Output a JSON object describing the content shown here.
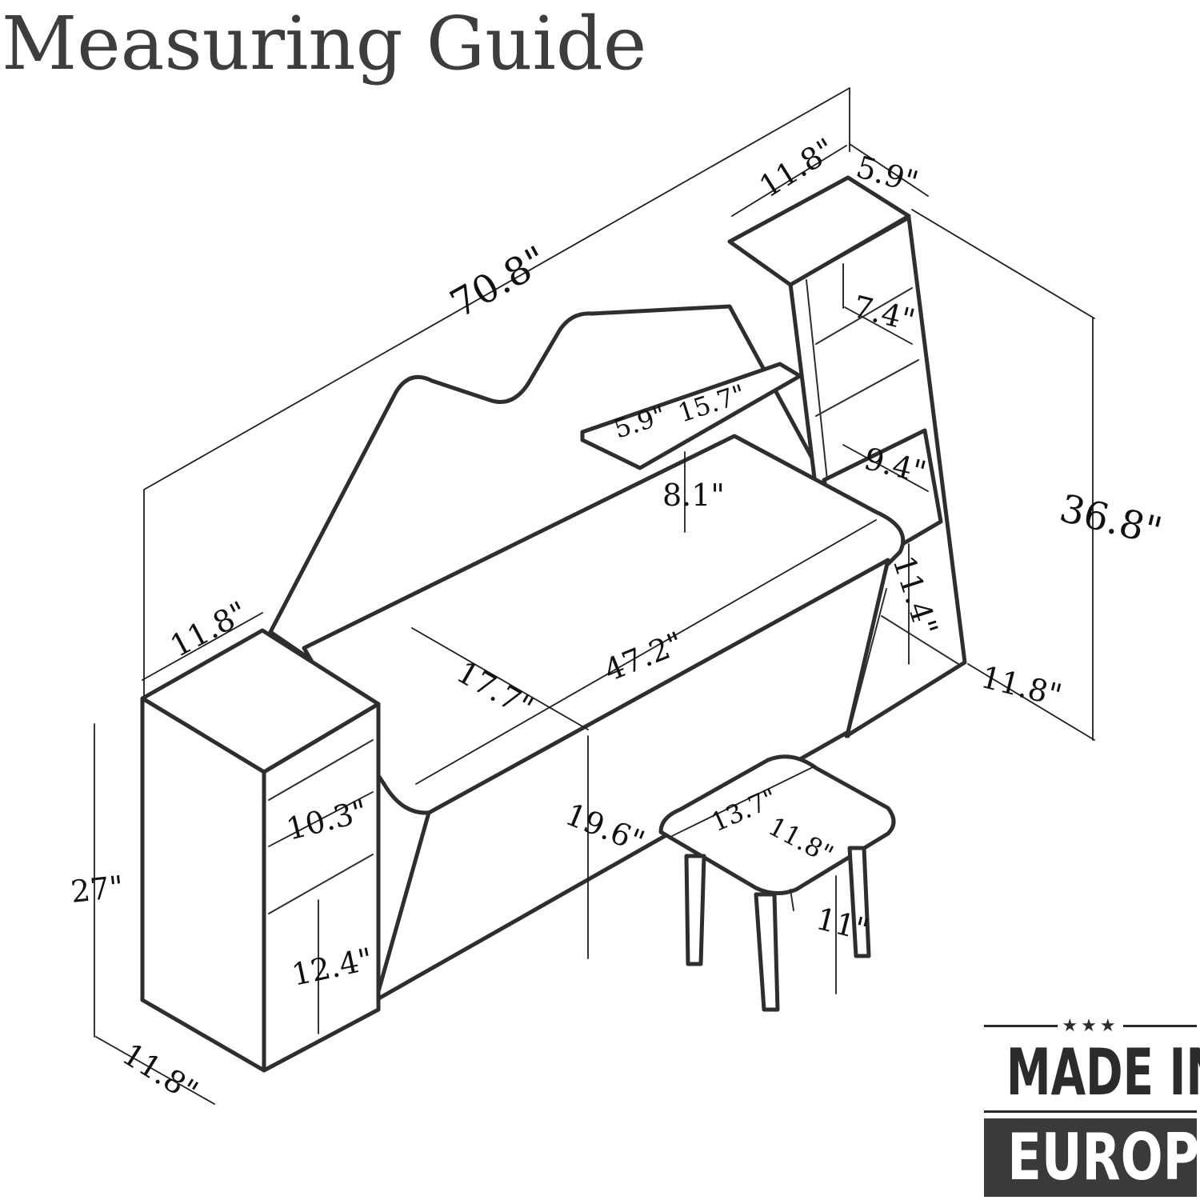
{
  "title": "Measuring Guide",
  "dimensions": {
    "overall_width": "70.8\"",
    "overall_height": "36.8\"",
    "top_unit_width": "11.8\"",
    "top_unit_depth": "5.9\"",
    "right_shelf_upper": "7.4\"",
    "right_shelf_lower": "9.4\"",
    "right_lower_height": "11.4\"",
    "right_base_depth": "11.8\"",
    "small_shelf_depth": "5.9\"",
    "small_shelf_width": "15.7\"",
    "small_shelf_clearance": "8.1\"",
    "desk_depth": "17.7\"",
    "desk_width": "47.2\"",
    "desk_leg_height": "19.6\"",
    "left_cabinet_width": "11.8\"",
    "left_cabinet_height": "27\"",
    "left_cabinet_depth": "11.8\"",
    "left_shelf_upper": "10.3\"",
    "left_shelf_lower": "12.4\"",
    "stool_width": "13.7\"",
    "stool_depth": "11.8\"",
    "stool_height": "11\""
  },
  "badge": {
    "stars": "★★★",
    "line1": "MADE IN",
    "line2": "EUROPE"
  },
  "colors": {
    "ink": "#2e2e2e",
    "badge_fill": "#3a3a3a",
    "badge_text": "#ffffff"
  }
}
